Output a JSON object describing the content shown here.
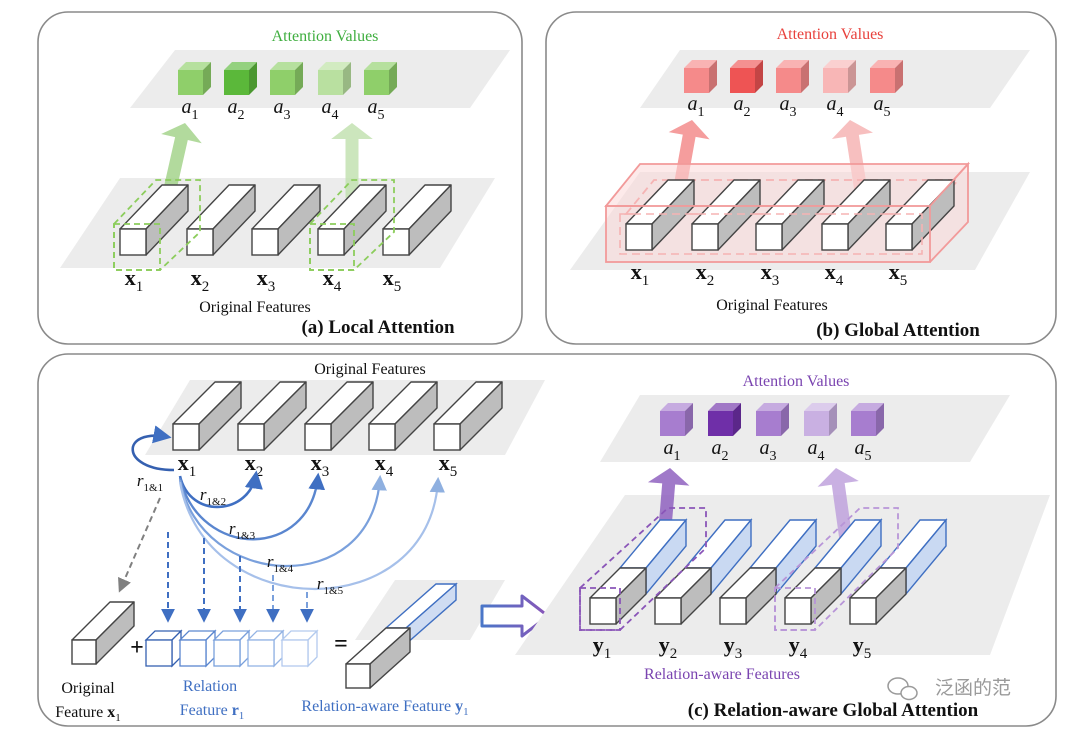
{
  "panel_a": {
    "title": "(a) Local Attention",
    "attention_label": "Attention Values",
    "features_label": "Original Features",
    "accent": "#3fae3f",
    "feature_labels": [
      "x",
      "x",
      "x",
      "x",
      "x"
    ],
    "feature_subs": [
      "1",
      "2",
      "3",
      "4",
      "5"
    ],
    "attention_names": [
      "a",
      "a",
      "a",
      "a",
      "a"
    ],
    "attention_subs": [
      "1",
      "2",
      "3",
      "4",
      "5"
    ],
    "attention_colors": [
      "#8fcf6a",
      "#5bb83a",
      "#8fcf6a",
      "#b9e0a0",
      "#8fcf6a"
    ]
  },
  "panel_b": {
    "title": "(b) Global Attention",
    "attention_label": "Attention Values",
    "features_label": "Original Features",
    "accent": "#e8413c",
    "feature_labels": [
      "x",
      "x",
      "x",
      "x",
      "x"
    ],
    "feature_subs": [
      "1",
      "2",
      "3",
      "4",
      "5"
    ],
    "attention_names": [
      "a",
      "a",
      "a",
      "a",
      "a"
    ],
    "attention_subs": [
      "1",
      "2",
      "3",
      "4",
      "5"
    ],
    "attention_colors": [
      "#f58a8a",
      "#ee5454",
      "#f58a8a",
      "#f8b6b6",
      "#f58a8a"
    ]
  },
  "panel_c": {
    "title": "(c) Relation-aware Global Attention",
    "features_label": "Original Features",
    "attention_label": "Attention Values",
    "relation_features_label": "Relation-aware Features",
    "accent": "#7a44b0",
    "feature_labels": [
      "x",
      "x",
      "x",
      "x",
      "x"
    ],
    "feature_subs": [
      "1",
      "2",
      "3",
      "4",
      "5"
    ],
    "attention_names": [
      "a",
      "a",
      "a",
      "a",
      "a"
    ],
    "attention_subs": [
      "1",
      "2",
      "3",
      "4",
      "5"
    ],
    "attention_colors": [
      "#a77dcf",
      "#6f2fa8",
      "#a77dcf",
      "#c9b0e2",
      "#a77dcf"
    ],
    "y_labels": [
      "y",
      "y",
      "y",
      "y",
      "y"
    ],
    "y_subs": [
      "1",
      "2",
      "3",
      "4",
      "5"
    ],
    "relations": [
      {
        "name": "r",
        "sub": "1&1"
      },
      {
        "name": "r",
        "sub": "1&2"
      },
      {
        "name": "r",
        "sub": "1&3"
      },
      {
        "name": "r",
        "sub": "1&4"
      },
      {
        "name": "r",
        "sub": "1&5"
      }
    ],
    "original_feature": {
      "line1": "Original",
      "line2": "Feature",
      "var": "x",
      "sub": "1"
    },
    "relation_feature": {
      "line1": "Relation",
      "line2": "Feature",
      "var": "r",
      "sub": "1"
    },
    "relation_aware_feature": {
      "text": "Relation-aware Feature",
      "var": "y",
      "sub": "1"
    },
    "plus": "+",
    "equals": "=",
    "relation_color": "#3f6fc2"
  },
  "watermark": {
    "text": "泛函的范"
  }
}
